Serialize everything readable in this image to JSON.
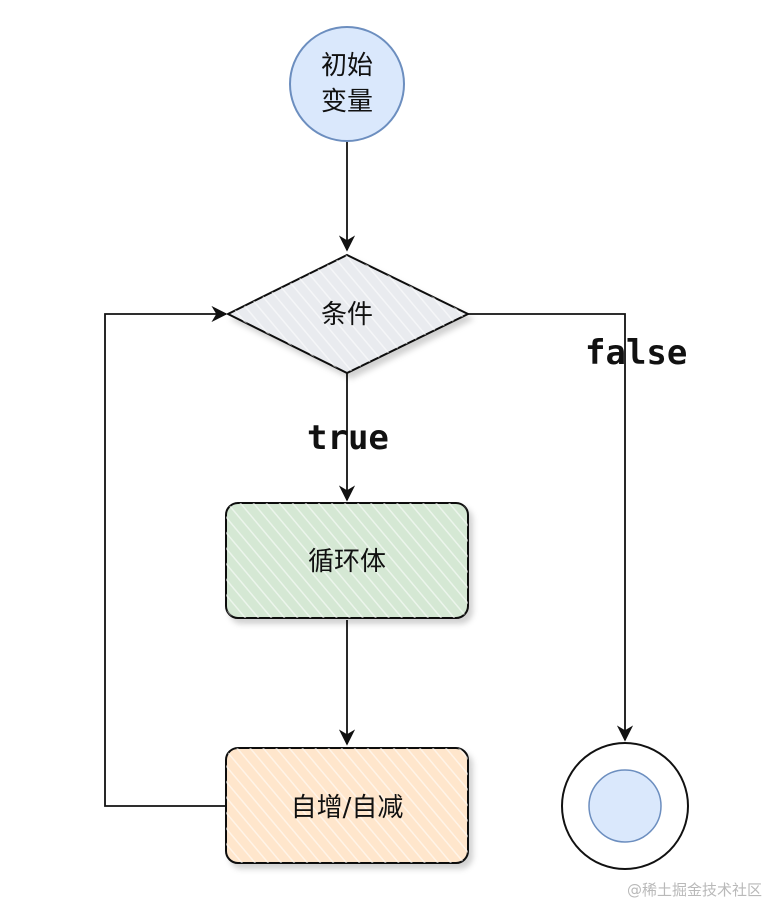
{
  "nodes": {
    "start": {
      "line1": "初始",
      "line2": "变量",
      "fill": "#dae8fc",
      "stroke": "#6c8ebf"
    },
    "condition": {
      "label": "条件",
      "fill": "#e9ebef",
      "stroke": "#111111"
    },
    "loop_body": {
      "label": "循环体",
      "fill": "#d5e8d4",
      "stroke": "#111111"
    },
    "update": {
      "label": "自增/自减",
      "fill": "#ffe6cc",
      "stroke": "#111111"
    },
    "end": {
      "outer_fill": "#ffffff",
      "inner_fill": "#dae8fc",
      "inner_stroke": "#6c8ebf"
    }
  },
  "edges": {
    "true_label": "true",
    "false_label": "false"
  },
  "watermark": "@稀土掘金技术社区"
}
